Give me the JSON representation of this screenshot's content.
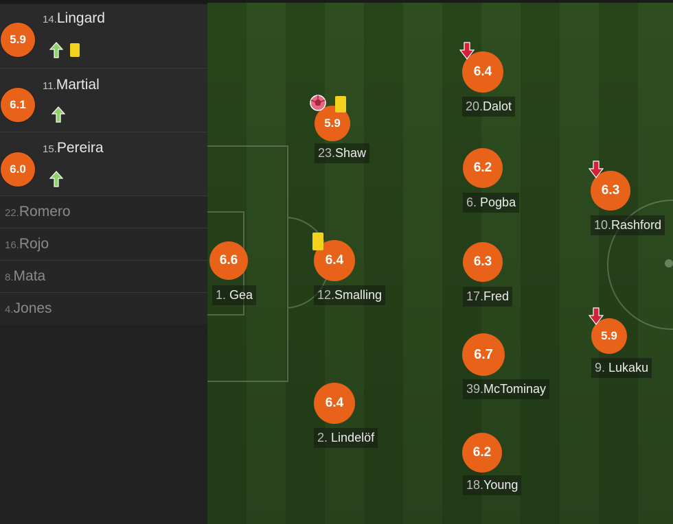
{
  "substitutes": [
    {
      "rating": "5.9",
      "number": "14.",
      "name": "Lingard",
      "icons": [
        "sub-in-arrow",
        "yellow-card"
      ]
    },
    {
      "rating": "6.1",
      "number": "11.",
      "name": "Martial",
      "icons": [
        "sub-in-arrow"
      ]
    },
    {
      "rating": "6.0",
      "number": "15.",
      "name": "Pereira",
      "icons": [
        "sub-in-arrow"
      ]
    }
  ],
  "bench": [
    {
      "number": "22.",
      "name": "Romero"
    },
    {
      "number": "16.",
      "name": "Rojo"
    },
    {
      "number": "8.",
      "name": "Mata"
    },
    {
      "number": "4.",
      "name": "Jones"
    }
  ],
  "players": [
    {
      "id": "gea",
      "rating": "6.6",
      "number": "1.",
      "name": "Gea",
      "icons": []
    },
    {
      "id": "shaw",
      "rating": "5.9",
      "number": "23.",
      "name": "Shaw",
      "icons": [
        "own-goal-ball",
        "yellow-card"
      ]
    },
    {
      "id": "smalling",
      "rating": "6.4",
      "number": "12.",
      "name": "Smalling",
      "icons": [
        "yellow-card"
      ]
    },
    {
      "id": "lindelof",
      "rating": "6.4",
      "number": "2.",
      "name": "Lindelöf",
      "icons": []
    },
    {
      "id": "dalot",
      "rating": "6.4",
      "number": "20.",
      "name": "Dalot",
      "icons": [
        "sub-out-arrow"
      ]
    },
    {
      "id": "pogba",
      "rating": "6.2",
      "number": "6.",
      "name": "Pogba",
      "icons": []
    },
    {
      "id": "fred",
      "rating": "6.3",
      "number": "17.",
      "name": "Fred",
      "icons": []
    },
    {
      "id": "mctominay",
      "rating": "6.7",
      "number": "39.",
      "name": "McTominay",
      "icons": []
    },
    {
      "id": "young",
      "rating": "6.2",
      "number": "18.",
      "name": "Young",
      "icons": []
    },
    {
      "id": "rashford",
      "rating": "6.3",
      "number": "10.",
      "name": "Rashford",
      "icons": [
        "sub-out-arrow"
      ]
    },
    {
      "id": "lukaku",
      "rating": "5.9",
      "number": "9.",
      "name": "Lukaku",
      "icons": [
        "sub-out-arrow"
      ]
    }
  ],
  "colors": {
    "rating_badge": "#e8621a",
    "yellow_card": "#f2d21c",
    "sub_in": "#8fd16a",
    "sub_out": "#d6203a"
  }
}
